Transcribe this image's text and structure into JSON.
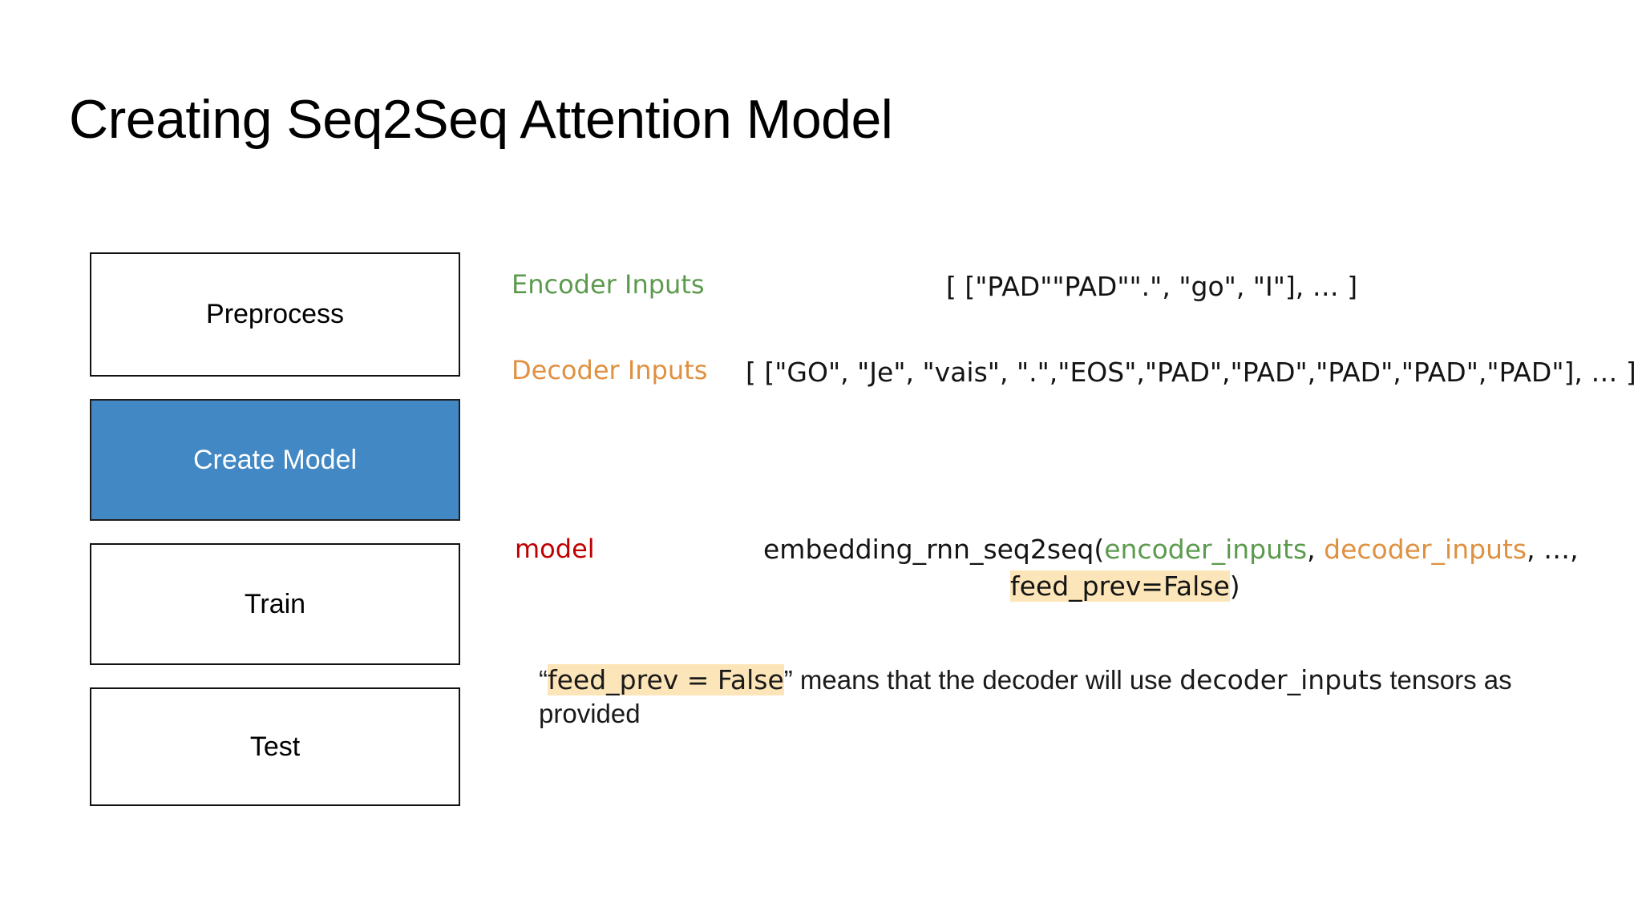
{
  "slide": {
    "title": "Creating Seq2Seq Attention Model"
  },
  "flow": {
    "steps": [
      {
        "label": "Preprocess",
        "active": false
      },
      {
        "label": "Create Model",
        "active": true
      },
      {
        "label": "Train",
        "active": false
      },
      {
        "label": "Test",
        "active": false
      }
    ],
    "active_fill": "#4288c4",
    "active_text": "#ffffff",
    "inactive_border": "#111111"
  },
  "details": {
    "encoder": {
      "tag": "Encoder Inputs",
      "tag_color": "#5c9a4e",
      "value": "[ [\"PAD\"\"PAD\"\".\", \"go\", \"I\"], … ]"
    },
    "decoder": {
      "tag": "Decoder Inputs",
      "tag_color": "#df9040",
      "value": "[ [\"GO\", \"Je\", \"vais\", \".\",\"EOS\",\"PAD\",\"PAD\",\"PAD\",\"PAD\",\"PAD\"], … ]"
    },
    "model": {
      "tag": "model",
      "tag_color": "#c00000",
      "call_prefix": "embedding_rnn_seq2seq(",
      "arg_encoder": "encoder_inputs",
      "sep1": ", ",
      "arg_decoder": "decoder_inputs",
      "sep2": ", …,",
      "arg_feed_prev": "feed_prev=False",
      "call_suffix": ")",
      "highlight_color": "#fce5b8"
    }
  },
  "note": {
    "open_quote": "“",
    "highlighted": "feed_prev = False",
    "close_quote": "”",
    "text_mid": " means that the decoder will use ",
    "code_term": "decoder_inputs",
    "text_end": " tensors as provided"
  }
}
